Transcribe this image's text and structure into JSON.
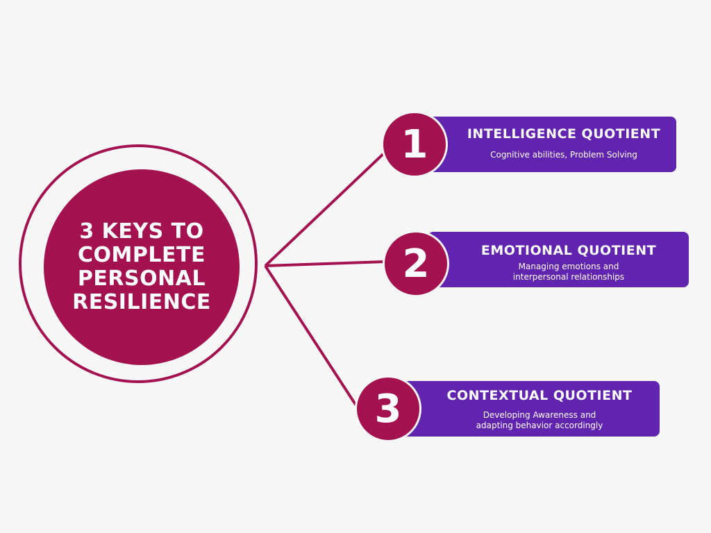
{
  "center": {
    "title": "3 KEYS TO\nCOMPLETE\nPERSONAL\nRESILIENCE"
  },
  "items": [
    {
      "number": "1",
      "title": "INTELLIGENCE QUOTIENT",
      "description": "Cognitive abilities, Problem Solving"
    },
    {
      "number": "2",
      "title": "EMOTIONAL QUOTIENT",
      "description": "Managing emotions and\ninterpersonal relationships"
    },
    {
      "number": "3",
      "title": "CONTEXTUAL QUOTIENT",
      "description": "Developing Awareness and\nadapting behavior accordingly"
    }
  ],
  "colors": {
    "background": "#f7f7f8",
    "magenta": "#a3124f",
    "purple": "#6124ae",
    "text": "#ffffff"
  }
}
